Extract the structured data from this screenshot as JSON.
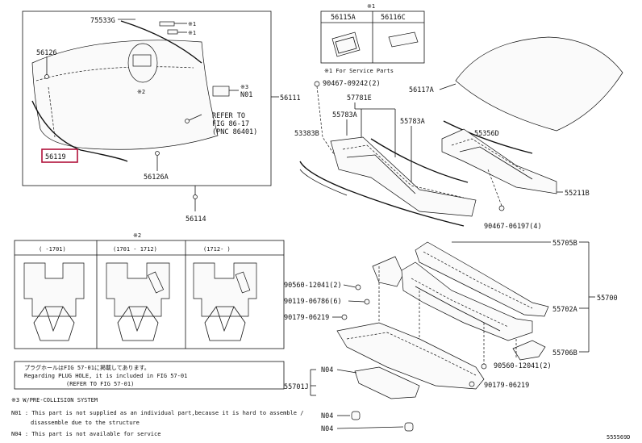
{
  "diagram": {
    "callouts": {
      "c75533G": "75533G",
      "c56126": "56126",
      "c56119": "56119",
      "c56126A": "56126A",
      "c56111": "56111",
      "c56114": "56114",
      "star1a": "※1",
      "star1b": "※1",
      "star2": "※2",
      "star3": "※3",
      "n01": "N01",
      "refer1": "REFER TO",
      "refer2": "FIG 86-17",
      "refer3": "(PNC 86401)",
      "service_star": "※1",
      "c56115A": "56115A",
      "c56116C": "56116C",
      "service_note": "※1 For Service Parts",
      "c90467_09242": "90467-09242(2)",
      "c57781E": "57781E",
      "c53383B": "53383B",
      "c55783A_1": "55783A",
      "c55783A_2": "55783A",
      "c56117A": "56117A",
      "c55356D": "55356D",
      "c55211B": "55211B",
      "c90467_06197": "90467-06197(4)",
      "c55705B": "55705B",
      "c55700": "55700",
      "c55702A": "55702A",
      "c55706B": "55706B",
      "c90560_12041a": "90560-12041(2)",
      "c90119_06786": "90119-06786(6)",
      "c90179_06219a": "90179-06219",
      "c90560_12041b": "90560-12041(2)",
      "c90179_06219b": "90179-06219",
      "c55701J": "55701J",
      "n04a": "N04",
      "n04b": "N04",
      "n04c": "N04",
      "doc_id": "555569D"
    },
    "inset": {
      "star": "※2",
      "col1": "( -1701)",
      "col2": "(1701 - 1712)",
      "col3": "(1712- )",
      "note_jp": "プラグホールはFIG 57-01に掲載してあります。",
      "note_en1": "Regarding PLUG HOLE, it is included in FIG 57-01",
      "note_en2": "(REFER TO FIG 57-01)"
    },
    "footnotes": {
      "f1": "※3 W/PRE-COLLISION SYSTEM",
      "f2": "N01 : This part is not supplied as an individual part,because it is hard to assemble /",
      "f3": "disassemble due to the structure",
      "f4": "N04 : This part is not available for service"
    }
  }
}
